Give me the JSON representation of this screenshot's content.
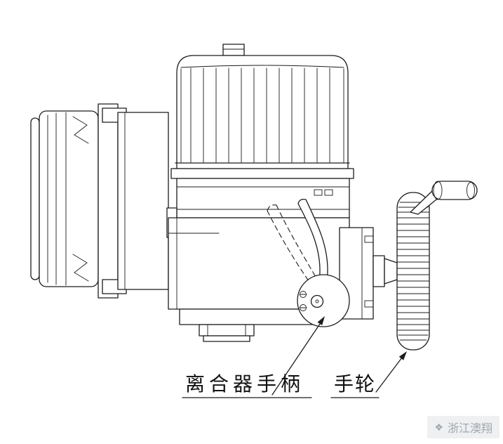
{
  "labels": {
    "clutch_handle": "离合器手柄",
    "handwheel": "手轮"
  },
  "watermark": {
    "text": "浙江澳翔",
    "logo_icon": "diamond-logo"
  },
  "colors": {
    "line": "#1c1c1c",
    "background": "#ffffff",
    "watermark_text": "#a0a7ae",
    "watermark_bg": "#eef0f1"
  }
}
